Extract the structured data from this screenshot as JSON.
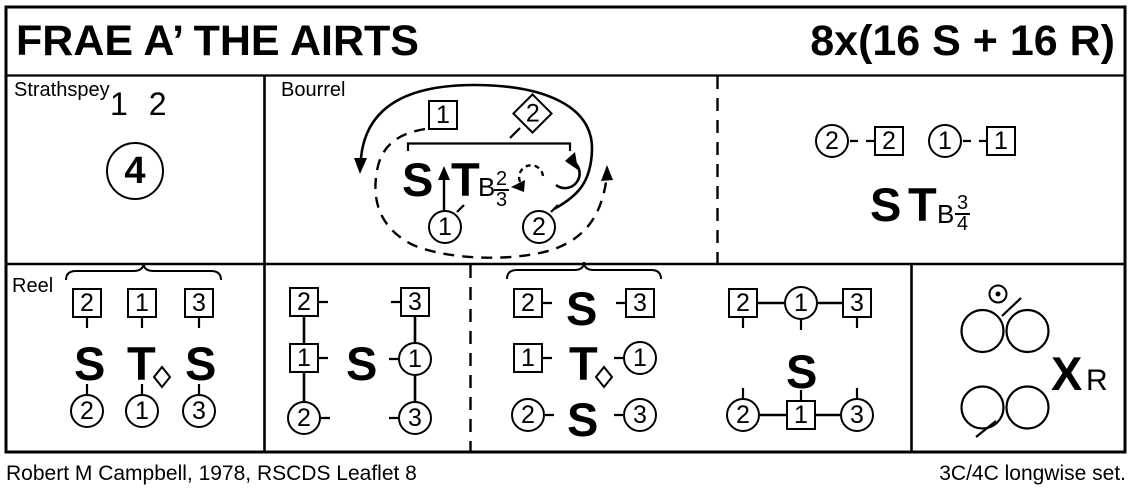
{
  "header": {
    "title": "FRAE A’ THE AIRTS",
    "repeat": "8x(16 S + 16 R)"
  },
  "strathspey": {
    "label": "Strathspey",
    "couples": "1 2",
    "hands_round": "4"
  },
  "bourrel": {
    "label": "Bourrel",
    "square_1": "1",
    "diamond_2": "2",
    "set": "S",
    "turn": "T",
    "hold": "B",
    "frac_num": "2",
    "frac_den": "3",
    "circle_1": "1",
    "circle_2": "2"
  },
  "turn_figure": {
    "pair1": {
      "circle": "2",
      "square": "2"
    },
    "pair2": {
      "circle": "1",
      "square": "1"
    },
    "set": "S",
    "turn": "T",
    "hold": "B",
    "frac_num": "3",
    "frac_den": "4"
  },
  "reel": {
    "label": "Reel",
    "cell1": {
      "top": [
        "2",
        "1",
        "3"
      ],
      "letters": [
        "S",
        "T",
        "S"
      ],
      "bottom": [
        "2",
        "1",
        "3"
      ]
    },
    "cell2": {
      "left": [
        "2",
        "1",
        "2"
      ],
      "set": "S",
      "right": [
        "3",
        "1",
        "3"
      ]
    },
    "cell3": {
      "r1": {
        "l": "2",
        "m": "S",
        "r": "3"
      },
      "r2": {
        "l": "1",
        "m": "T",
        "r": "1"
      },
      "r3": {
        "l": "2",
        "m": "S",
        "r": "3"
      }
    },
    "cell4": {
      "top": [
        "2",
        "1",
        "3"
      ],
      "set": "S",
      "bottom": [
        "2",
        "1",
        "3"
      ]
    },
    "cell5": {
      "cross": "X",
      "sub": "R"
    }
  },
  "footer": {
    "credit": "Robert M Campbell, 1978, RSCDS Leaflet 8",
    "formation": "3C/4C longwise set."
  }
}
